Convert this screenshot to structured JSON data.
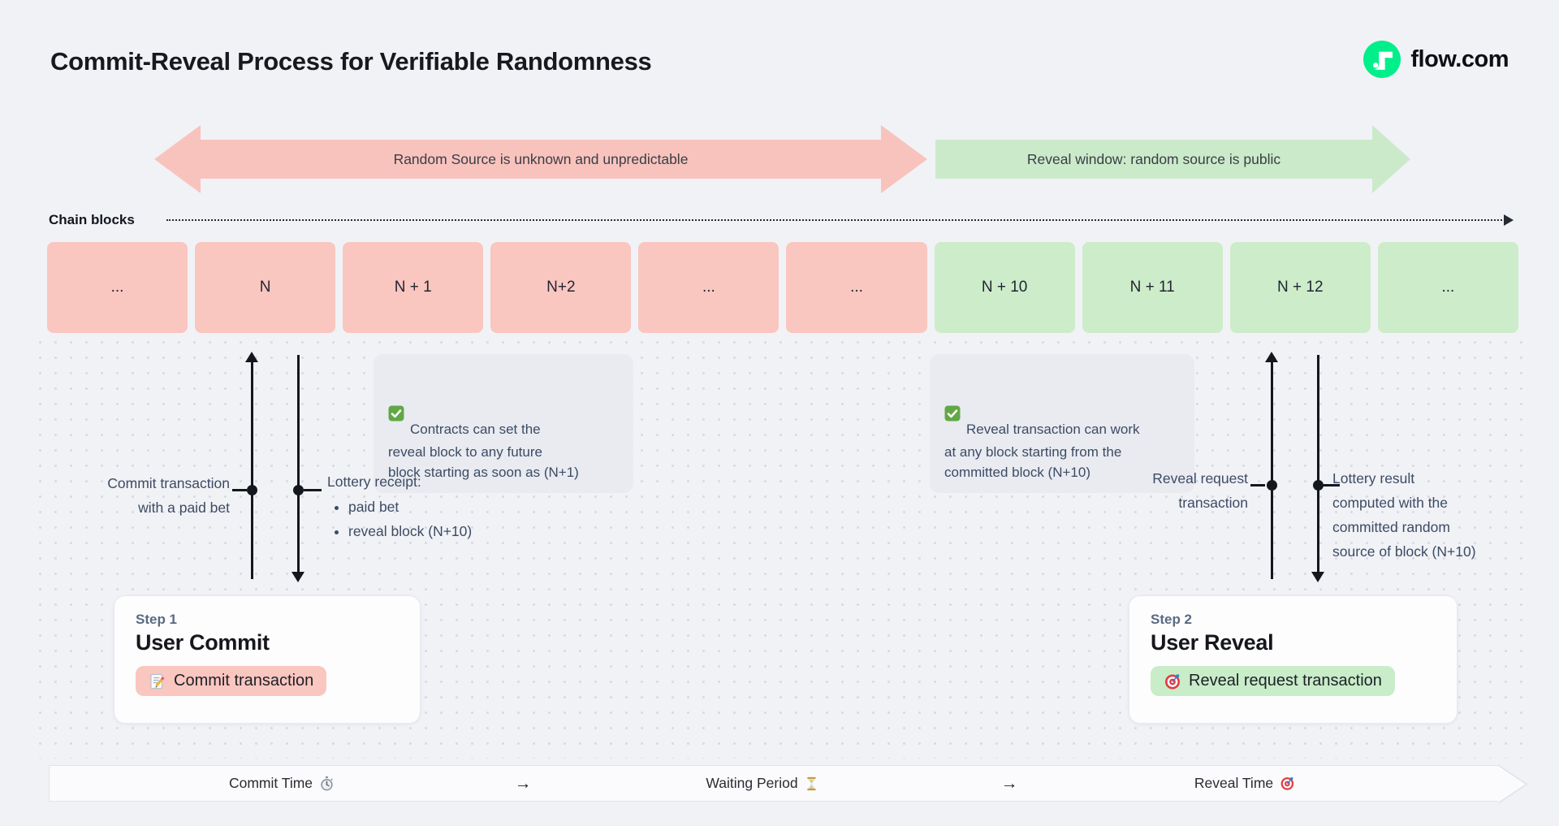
{
  "header": {
    "title": "Commit-Reveal Process for Verifiable Randomness",
    "brand": "flow.com"
  },
  "colors": {
    "background": "#f1f2f6",
    "pink": "#fac6c0",
    "pink_arrow": "#f9c3bd",
    "green": "#cdecca",
    "green_arrow": "#cbeaca",
    "note_bg": "#e9ebf1",
    "text_slate": "#3c4b63",
    "flow_green": "#00ef8b"
  },
  "range_arrows": {
    "unknown_label": "Random Source is unknown and unpredictable",
    "public_label": "Reveal window: random source is public"
  },
  "chain": {
    "label": "Chain blocks",
    "blocks": [
      {
        "label": "...",
        "variant": "pink"
      },
      {
        "label": "N",
        "variant": "pink"
      },
      {
        "label": "N + 1",
        "variant": "pink"
      },
      {
        "label": "N+2",
        "variant": "pink"
      },
      {
        "label": "...",
        "variant": "pink"
      },
      {
        "label": "...",
        "variant": "pink"
      },
      {
        "label": "N + 10",
        "variant": "green"
      },
      {
        "label": "N + 11",
        "variant": "green"
      },
      {
        "label": "N + 12",
        "variant": "green"
      },
      {
        "label": "...",
        "variant": "green"
      }
    ]
  },
  "notes": [
    {
      "icon": "check-icon",
      "text": "Contracts can set the\nreveal block to any future\nblock starting as soon as (N+1)"
    },
    {
      "icon": "check-icon",
      "text": "Reveal transaction can work\nat any block starting from the\ncommitted block (N+10)"
    }
  ],
  "annotations": {
    "commit_label": "Commit transaction\nwith a paid bet",
    "receipt_title": "Lottery receipt:",
    "receipt_items": [
      "paid bet",
      "reveal block (N+10)"
    ],
    "reveal_label": "Reveal request\ntransaction",
    "result_label": "Lottery result\ncomputed with the\ncommitted random\nsource of block (N+10)"
  },
  "steps": [
    {
      "label": "Step 1",
      "title": "User Commit",
      "button": "Commit transaction",
      "icon": "memo-icon"
    },
    {
      "label": "Step 2",
      "title": "User Reveal",
      "button": "Reveal request transaction",
      "icon": "target-icon"
    }
  ],
  "timeline": {
    "items": [
      {
        "label": "Commit Time",
        "icon": "stopwatch-icon"
      },
      {
        "label": "→"
      },
      {
        "label": "Waiting Period",
        "icon": "hourglass-icon"
      },
      {
        "label": "→"
      },
      {
        "label": "Reveal Time",
        "icon": "target-icon"
      }
    ]
  }
}
